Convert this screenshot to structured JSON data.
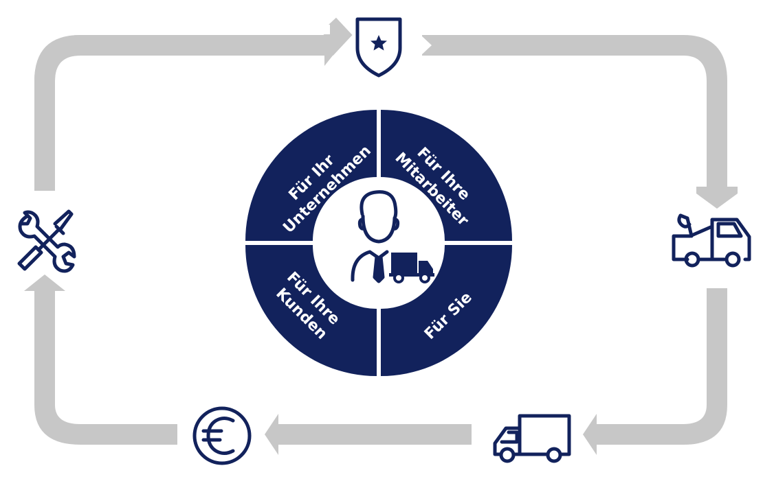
{
  "colors": {
    "navy": "#12225c",
    "track": "#c7c7c7",
    "white": "#ffffff"
  },
  "segments": {
    "top_left": {
      "line1": "Für Ihr",
      "line2": "Unternehmen"
    },
    "top_right": {
      "line1": "Für Ihre",
      "line2": "Mitarbeiter"
    },
    "bottom_left": {
      "line1": "Für Ihre",
      "line2": "Kunden"
    },
    "bottom_right": {
      "line1": "Für Sie"
    }
  },
  "icons": {
    "top": "shield-star-icon",
    "right": "tow-truck-icon",
    "bottom_right": "delivery-truck-icon",
    "bottom_left": "euro-coin-icon",
    "left": "tools-icon",
    "center": "driver-with-truck-icon"
  }
}
